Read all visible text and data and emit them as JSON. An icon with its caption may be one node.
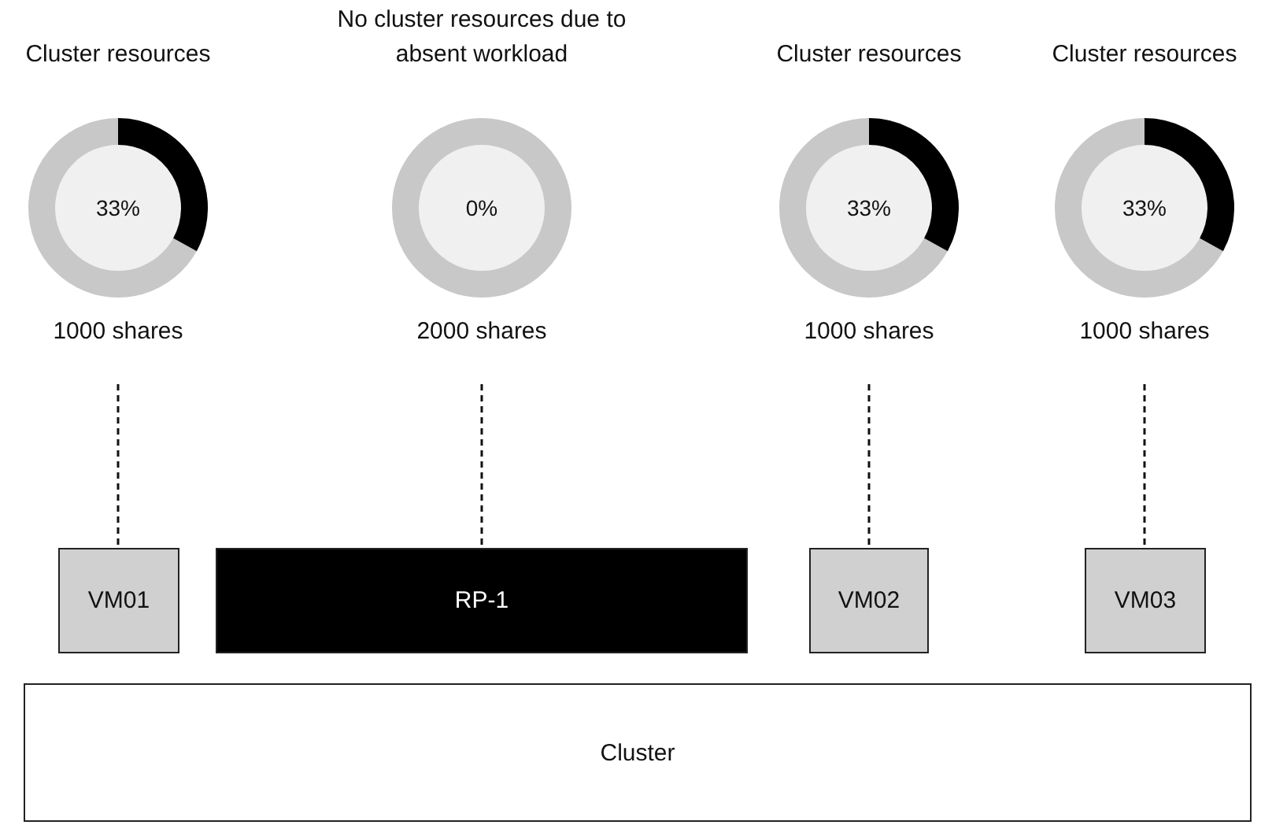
{
  "diagram": {
    "nodes": [
      {
        "text": [
          "Cluster resources",
          "33%"
        ],
        "beside": [
          "1000 shares"
        ]
      },
      {
        "text": [
          "No cluster resources due to absent workload",
          "0%"
        ],
        "beside": [
          "2000 shares"
        ]
      },
      {
        "text": [
          "Cluster resources",
          "33%"
        ],
        "beside": [
          "1000 shares"
        ]
      },
      {
        "text": [
          "Cluster resources",
          "33%"
        ],
        "beside": [
          "1000 shares"
        ]
      },
      {
        "text": [
          "VM01"
        ]
      },
      {
        "text": [
          "RP-1"
        ]
      },
      {
        "text": [
          "VM02"
        ]
      },
      {
        "text": [
          "VM03"
        ]
      },
      {
        "text": [
          "Cluster"
        ]
      }
    ],
    "edges": [
      {
        "from": 0,
        "to": 4,
        "arrow": "none",
        "style": "dashed"
      },
      {
        "from": 1,
        "to": 5,
        "arrow": "none",
        "style": "dashed"
      },
      {
        "from": 2,
        "to": 6,
        "arrow": "none",
        "style": "dashed"
      },
      {
        "from": 3,
        "to": 7,
        "arrow": "none",
        "style": "dashed"
      }
    ]
  }
}
